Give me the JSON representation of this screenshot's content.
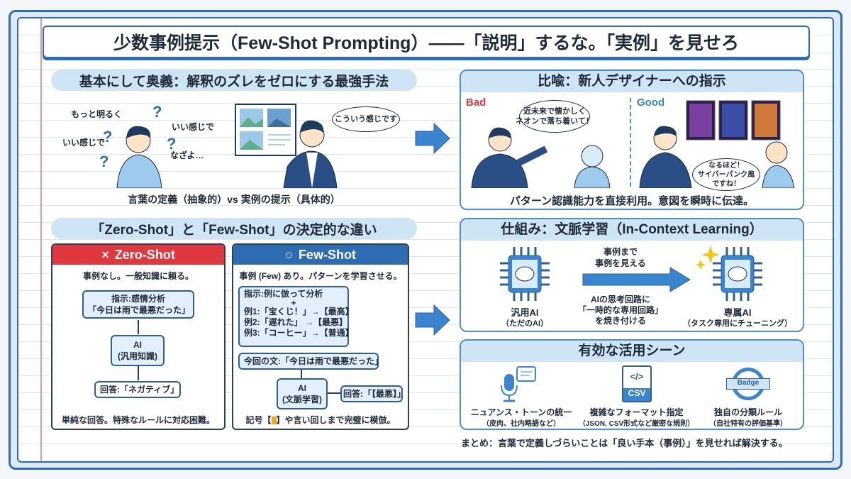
{
  "title": "少数事例提示（Few-Shot Prompting）——「説明」するな。「実例」を見せろ",
  "basics": {
    "header": "基本にして奥義：解釈のズレをゼロにする最強手法",
    "confused_words": [
      "もっと明るく",
      "いい感じで",
      "いい感じで",
      "なざよ…"
    ],
    "speech": "こういう感じです",
    "caption": "言葉の定義（抽象的）vs 実例の提示（具体的）"
  },
  "metaphor": {
    "header": "比喩：新人デザイナーへの指示",
    "bad_label": "Bad",
    "bad_speech": "近未来で懐かしく\nネオンで落ち着いて！",
    "good_label": "Good",
    "good_speech": "なるほど！\nサイバーパンク風\nですね！",
    "caption": "パターン認識能力を直接利用。意図を瞬時に伝達。"
  },
  "compare": {
    "header": "「Zero-Shot」と「Few-Shot」の決定的な違い",
    "zero": {
      "title": "Zero-Shot",
      "icon": "×",
      "subtitle": "事例なし。一般知識に頼る。",
      "instruction": "指示:感情分析\n「今日は雨で最悪だった」",
      "ai": "AI\n(汎用知識)",
      "answer": "回答:「ネガティブ」",
      "footer": "単純な回答。特殊なルールに対応困難。"
    },
    "few": {
      "title": "Few-Shot",
      "icon": "○",
      "subtitle": "事例 (Few) あり。パターンを学習させる。",
      "instruction": "指示:例に倣って分析",
      "plus": "+",
      "examples": [
        "例1:「宝くじ！」→【最高】",
        "例2:「遅れた」 →【最悪】",
        "例3:「コーヒー」→【普通】"
      ],
      "input": "今回の文:「今日は雨で最悪だった」",
      "ai": "AI\n(文脈学習)",
      "answer": "回答:「【最悪】」",
      "footer_pre": "記号【",
      "footer_post": "】や言い回しまで完璧に模倣。"
    }
  },
  "mechanism": {
    "header": "仕組み：文脈学習（In-Context Learning）",
    "left_label": "汎用AI",
    "left_sub": "（ただのAI）",
    "arrow_top": "事例まで\n事例を見える",
    "arrow_bottom": "AIの思考回路に\n「一時的な専用回路」\nを焼き付ける",
    "right_label": "専属AI",
    "right_sub": "（タスク専用にチューニング）"
  },
  "scenes": {
    "header": "有効な活用シーン",
    "items": [
      {
        "icon": "microphone-chat-icon",
        "label": "ニュアンス・トーンの統一",
        "sub": "（皮肉、社内略語など）"
      },
      {
        "icon": "csv-file-icon",
        "label": "複雑なフォーマット指定",
        "sub": "（JSON, CSV形式など厳密な規則）",
        "icon_text": "CSV",
        "code": "</>"
      },
      {
        "icon": "badge-icon",
        "label": "独自の分類ルール",
        "sub": "（自社特有の評価基準）",
        "icon_text": "Badge"
      }
    ]
  },
  "summary": "まとめ：言葉で定義しづらいことは「良い手本（事例）」を見せれば解決する。",
  "colors": {
    "blue": "#2f6db3",
    "red": "#e0383e",
    "header_bg": "#cfe4f5",
    "orange": "#f5a623"
  }
}
